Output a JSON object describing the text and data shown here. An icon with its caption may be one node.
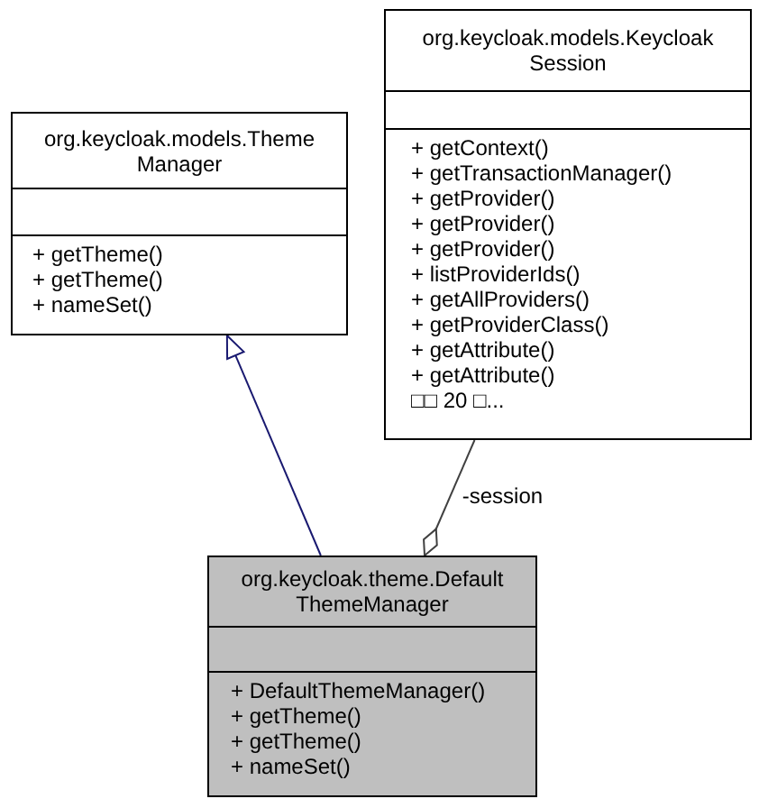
{
  "diagram": {
    "nodes": [
      {
        "text": [
          "org.keycloak.models.ThemeManager",
          "+ getTheme()",
          "+ getTheme()",
          "+ nameSet()"
        ]
      },
      {
        "text": [
          "org.keycloak.models.KeycloakSession",
          "+ getContext()",
          "+ getTransactionManager()",
          "+ getProvider()",
          "+ getProvider()",
          "+ getProvider()",
          "+ listProviderIds()",
          "+ getAllProviders()",
          "+ getProviderClass()",
          "+ getAttribute()",
          "+ getAttribute()",
          "□□ 20 □..."
        ]
      },
      {
        "text": [
          "org.keycloak.theme.DefaultThemeManager",
          "+ DefaultThemeManager()",
          "+ getTheme()",
          "+ getTheme()",
          "+ nameSet()"
        ]
      }
    ],
    "edges": [
      {
        "from": 2,
        "to": 0,
        "arrow": "to",
        "color": "#191970"
      },
      {
        "from": 1,
        "to": 2,
        "arrow": "other",
        "label": "-session",
        "color": "#404040"
      }
    ]
  }
}
